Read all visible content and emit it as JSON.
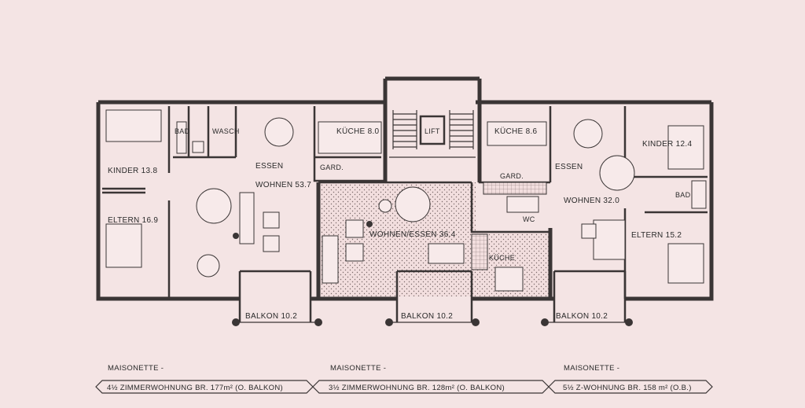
{
  "rooms": {
    "bad_left": "BAD",
    "wasch": "WASCH",
    "kueche_1": "KÜCHE 8.0",
    "essen_1": "ESSEN",
    "gard_1": "GARD.",
    "kinder_1": "KINDER 13.8",
    "wohnen_1": "WOHNEN 53.7",
    "eltern_1": "ELTERN 16.9",
    "lift": "LIFT",
    "kueche_2": "KÜCHE 8.6",
    "gard_2": "GARD.",
    "essen_2": "ESSEN",
    "wohnen_essen": "WOHNEN/ESSEN 36.4",
    "wc": "WC",
    "kueche_3": "KÜCHE",
    "kinder_2": "KINDER 12.4",
    "bad_right": "BAD",
    "wohnen_2": "WOHNEN 32.0",
    "eltern_2": "ELTERN 15.2"
  },
  "balconies": [
    "BALKON 10.2",
    "BALKON 10.2",
    "BALKON 10.2"
  ],
  "units": [
    {
      "heading": "MAISONETTE -",
      "desc": "4½ ZIMMERWOHNUNG  BR. 177m²  (O. BALKON)"
    },
    {
      "heading": "MAISONETTE -",
      "desc": "3½ ZIMMERWOHNUNG   BR. 128m²  (O. BALKON)"
    },
    {
      "heading": "MAISONETTE -",
      "desc": "5½ Z-WOHNUNG  BR. 158 m²  (O.B.)"
    }
  ],
  "colors": {
    "paper": "#f4e4e4",
    "ink": "#3a3535",
    "hatch": "#e6cfcf"
  }
}
